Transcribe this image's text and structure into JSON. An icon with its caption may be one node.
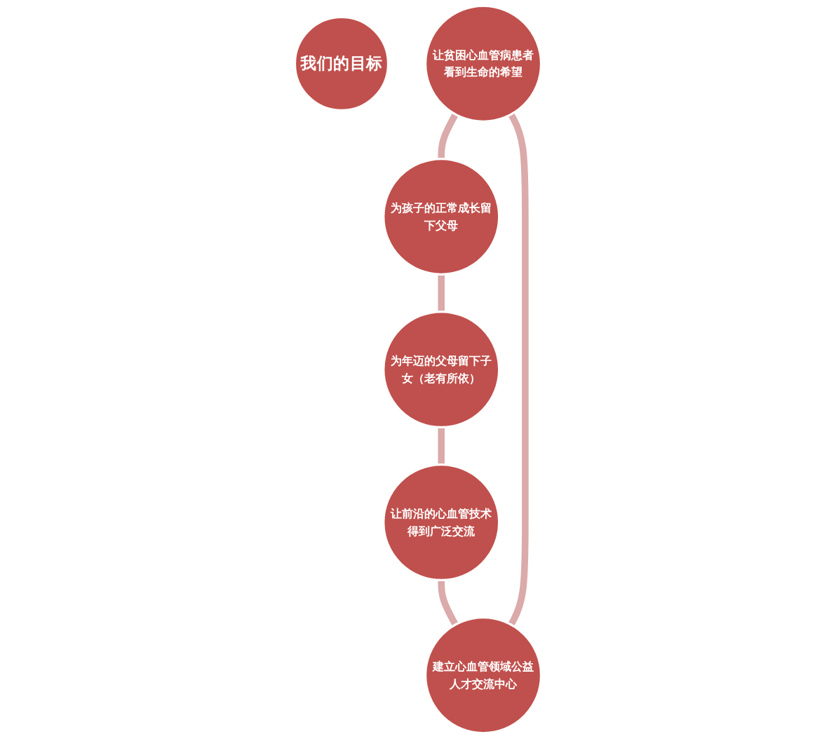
{
  "diagram": {
    "nodes": [
      {
        "text": [
          "我们的目标"
        ]
      },
      {
        "text": [
          "让贫困心血管病患者看到生命的希望"
        ]
      },
      {
        "text": [
          "为孩子的正常成长留下父母"
        ]
      },
      {
        "text": [
          "为年迈的父母留下子女（老有所依）"
        ]
      },
      {
        "text": [
          "让前沿的心血管技术得到广泛交流"
        ]
      },
      {
        "text": [
          "建立心血管领域公益人才交流中心"
        ]
      }
    ],
    "edges": [
      {
        "from": 1,
        "to": 2,
        "arrow": "none"
      },
      {
        "from": 2,
        "to": 3,
        "arrow": "none"
      },
      {
        "from": 3,
        "to": 4,
        "arrow": "none"
      },
      {
        "from": 4,
        "to": 5,
        "arrow": "none"
      },
      {
        "from": 5,
        "to": 1,
        "arrow": "none"
      }
    ]
  }
}
